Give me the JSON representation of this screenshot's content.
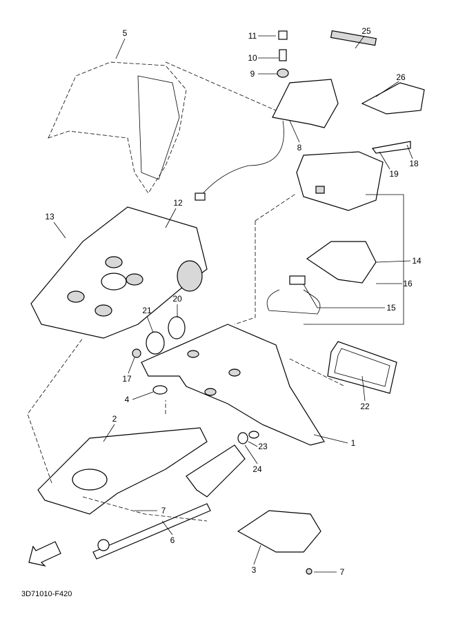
{
  "diagram": {
    "code": "3D71010-F420",
    "fwd_logo": "FWD",
    "callouts": [
      {
        "id": "5"
      },
      {
        "id": "11"
      },
      {
        "id": "25"
      },
      {
        "id": "10"
      },
      {
        "id": "9"
      },
      {
        "id": "26"
      },
      {
        "id": "8"
      },
      {
        "id": "18"
      },
      {
        "id": "19"
      },
      {
        "id": "12"
      },
      {
        "id": "13"
      },
      {
        "id": "14"
      },
      {
        "id": "16"
      },
      {
        "id": "15"
      },
      {
        "id": "20"
      },
      {
        "id": "21"
      },
      {
        "id": "17"
      },
      {
        "id": "4"
      },
      {
        "id": "22"
      },
      {
        "id": "2"
      },
      {
        "id": "1"
      },
      {
        "id": "23"
      },
      {
        "id": "24"
      },
      {
        "id": "7"
      },
      {
        "id": "6"
      },
      {
        "id": "3"
      },
      {
        "id": "7"
      }
    ]
  }
}
